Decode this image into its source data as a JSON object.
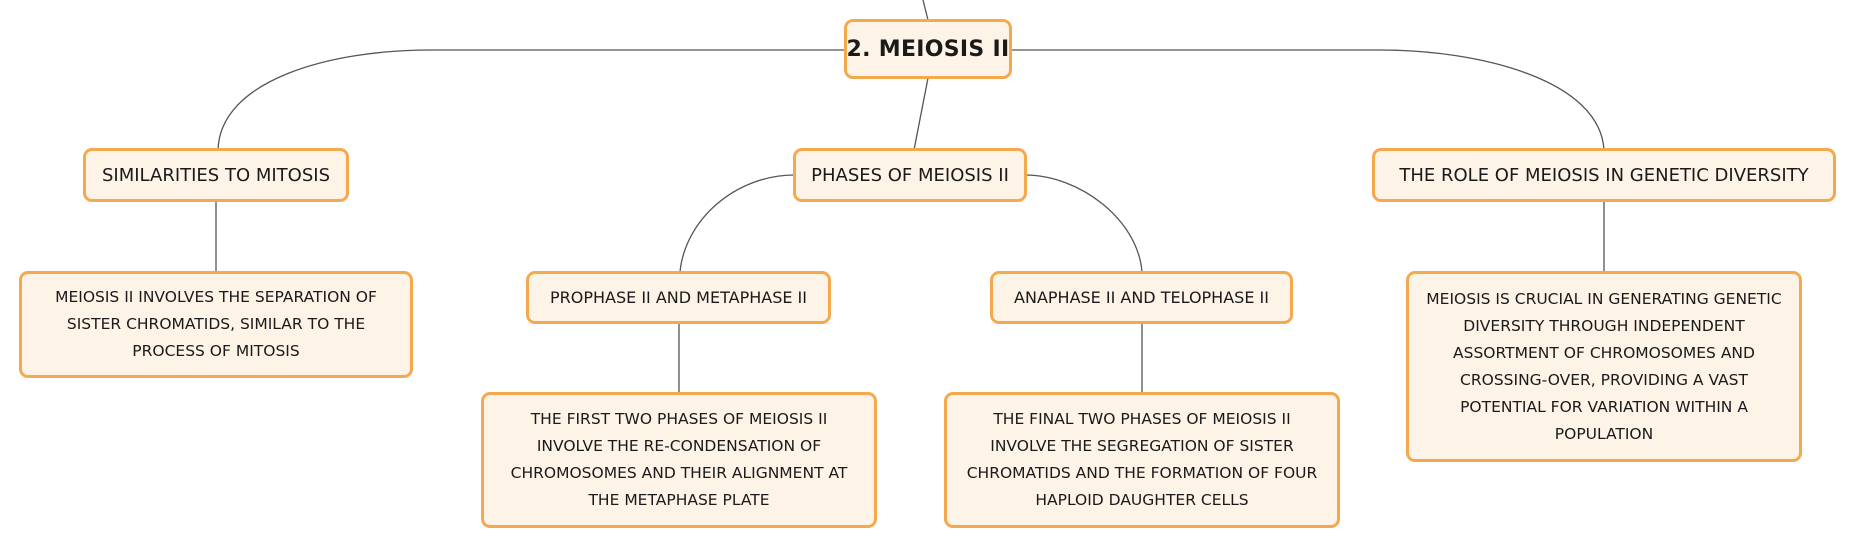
{
  "mindmap": {
    "root": "2. MEIOSIS II",
    "branches": [
      {
        "label": "SIMILARITIES TO MITOSIS",
        "detail": "MEIOSIS II INVOLVES THE SEPARATION OF SISTER CHROMATIDS, SIMILAR TO THE PROCESS OF MITOSIS"
      },
      {
        "label": "PHASES OF MEIOSIS II",
        "children": [
          {
            "label": "PROPHASE II AND METAPHASE II",
            "detail": "THE FIRST TWO PHASES OF MEIOSIS II INVOLVE THE RE-CONDENSATION OF CHROMOSOMES AND THEIR ALIGNMENT AT THE METAPHASE PLATE"
          },
          {
            "label": "ANAPHASE II AND TELOPHASE II",
            "detail": "THE FINAL TWO PHASES OF MEIOSIS II INVOLVE THE SEGREGATION OF SISTER CHROMATIDS AND THE FORMATION OF FOUR HAPLOID DAUGHTER CELLS"
          }
        ]
      },
      {
        "label": "THE ROLE OF MEIOSIS IN GENETIC DIVERSITY",
        "detail": "MEIOSIS IS CRUCIAL IN GENERATING GENETIC DIVERSITY THROUGH INDEPENDENT ASSORTMENT OF CHROMOSOMES AND CROSSING-OVER, PROVIDING A VAST POTENTIAL FOR VARIATION WITHIN A POPULATION"
      }
    ]
  },
  "colors": {
    "node_fill": "#fdf3e7",
    "node_border": "#f5a94f",
    "connector": "#555555",
    "text": "#1a1a1a"
  }
}
